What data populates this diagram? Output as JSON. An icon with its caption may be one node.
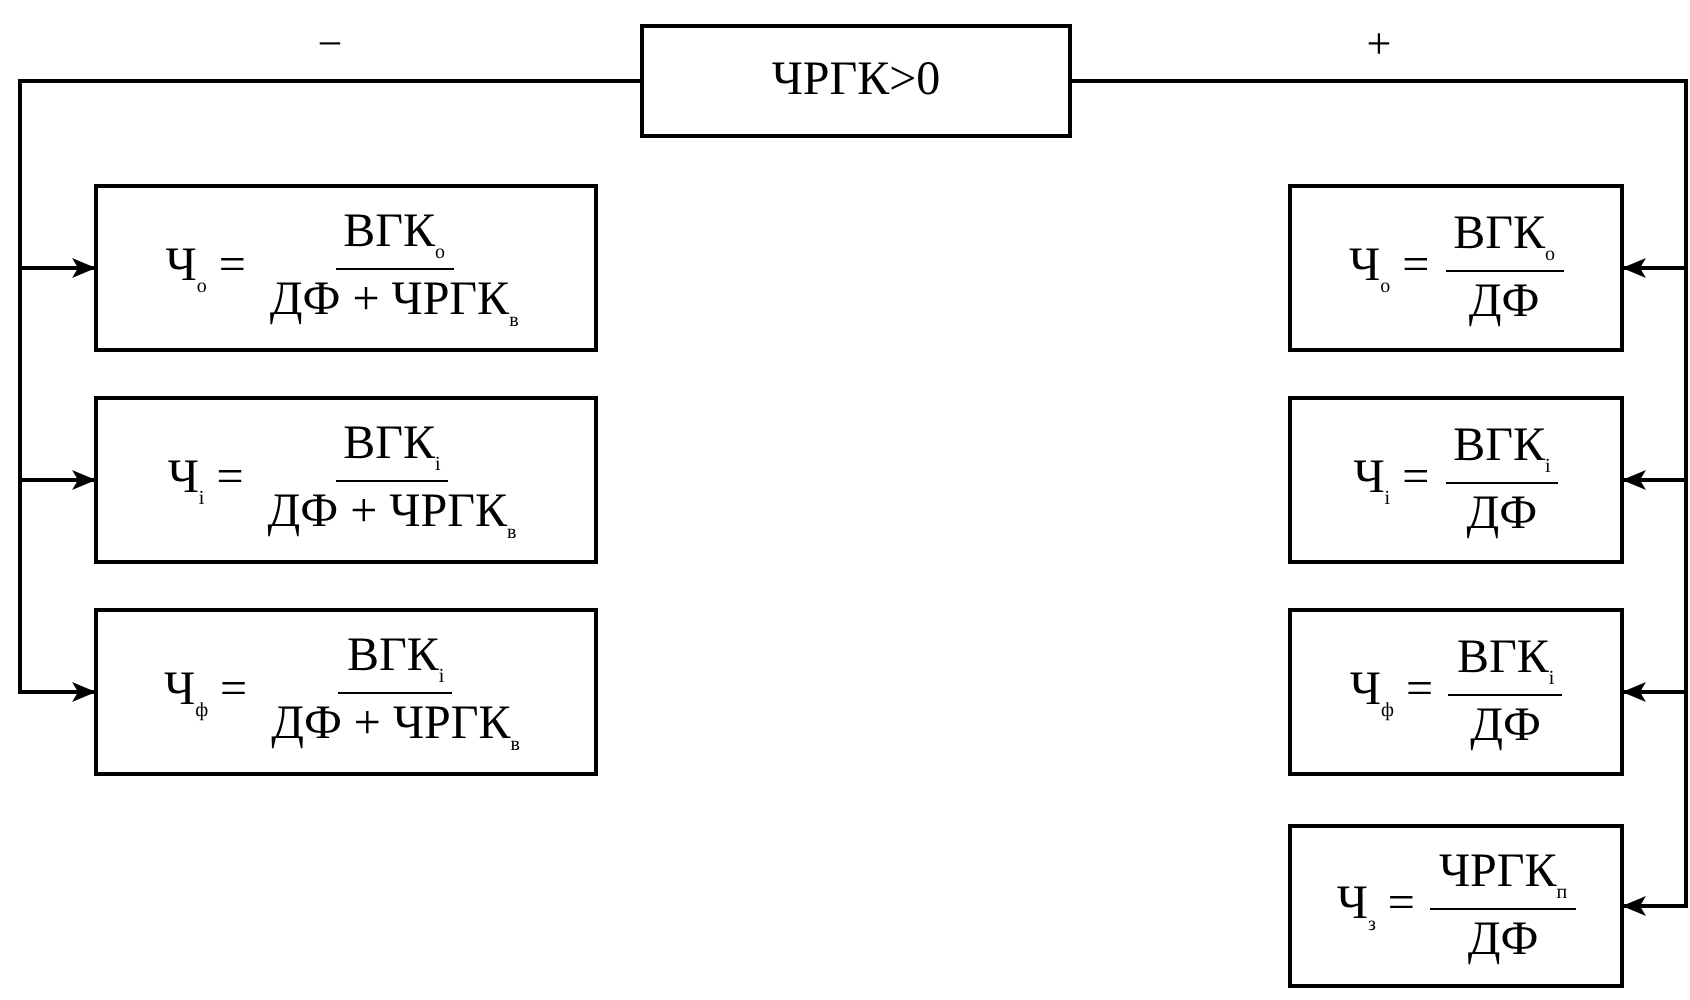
{
  "diagram": {
    "nodes": [
      {
        "text": [
          "ЧРГК>0"
        ]
      },
      {
        "text": [
          "Ч$_{о}$ =",
          "ВГК$_{о}$",
          "ДФ + ЧРГК$_{в}$"
        ]
      },
      {
        "text": [
          "Ч$_{i}$ =",
          "ВГК$_{i}$",
          "ДФ + ЧРГК$_{в}$"
        ]
      },
      {
        "text": [
          "Ч$_{ф}$ =",
          "ВГК$_{i}$",
          "ДФ + ЧРГК$_{в}$"
        ]
      },
      {
        "text": [
          "Ч$_{о}$ =",
          "ВГК$_{о}$",
          "ДФ"
        ]
      },
      {
        "text": [
          "Ч$_{i}$ =",
          "ВГК$_{i}$",
          "ДФ"
        ]
      },
      {
        "text": [
          "Ч$_{ф}$ =",
          "ВГК$_{i}$",
          "ДФ"
        ]
      },
      {
        "text": [
          "Ч$_{з}$ =",
          "ЧРГК$_{п}$",
          "ДФ"
        ]
      }
    ],
    "edges": [
      {
        "from": 0,
        "to": 1,
        "arrow": "to",
        "label": "−"
      },
      {
        "from": 0,
        "to": 2,
        "arrow": "to"
      },
      {
        "from": 0,
        "to": 3,
        "arrow": "to"
      },
      {
        "from": 0,
        "to": 4,
        "arrow": "to",
        "label": "+"
      },
      {
        "from": 0,
        "to": 5,
        "arrow": "to"
      },
      {
        "from": 0,
        "to": 6,
        "arrow": "to"
      },
      {
        "from": 0,
        "to": 7,
        "arrow": "to"
      }
    ]
  }
}
